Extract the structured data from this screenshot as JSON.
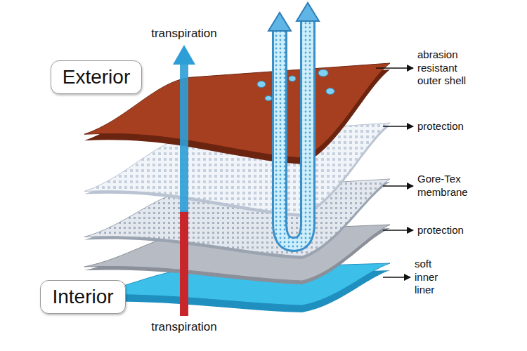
{
  "diagram": {
    "nodes": [
      {
        "text": [
          "Exterior"
        ]
      },
      {
        "text": [
          "Interior"
        ]
      }
    ],
    "labels": [
      "transpiration",
      "abrasion resistant outer shell",
      "protection",
      "Gore-Tex membrane",
      "protection",
      "soft inner liner",
      "transpiration"
    ]
  }
}
